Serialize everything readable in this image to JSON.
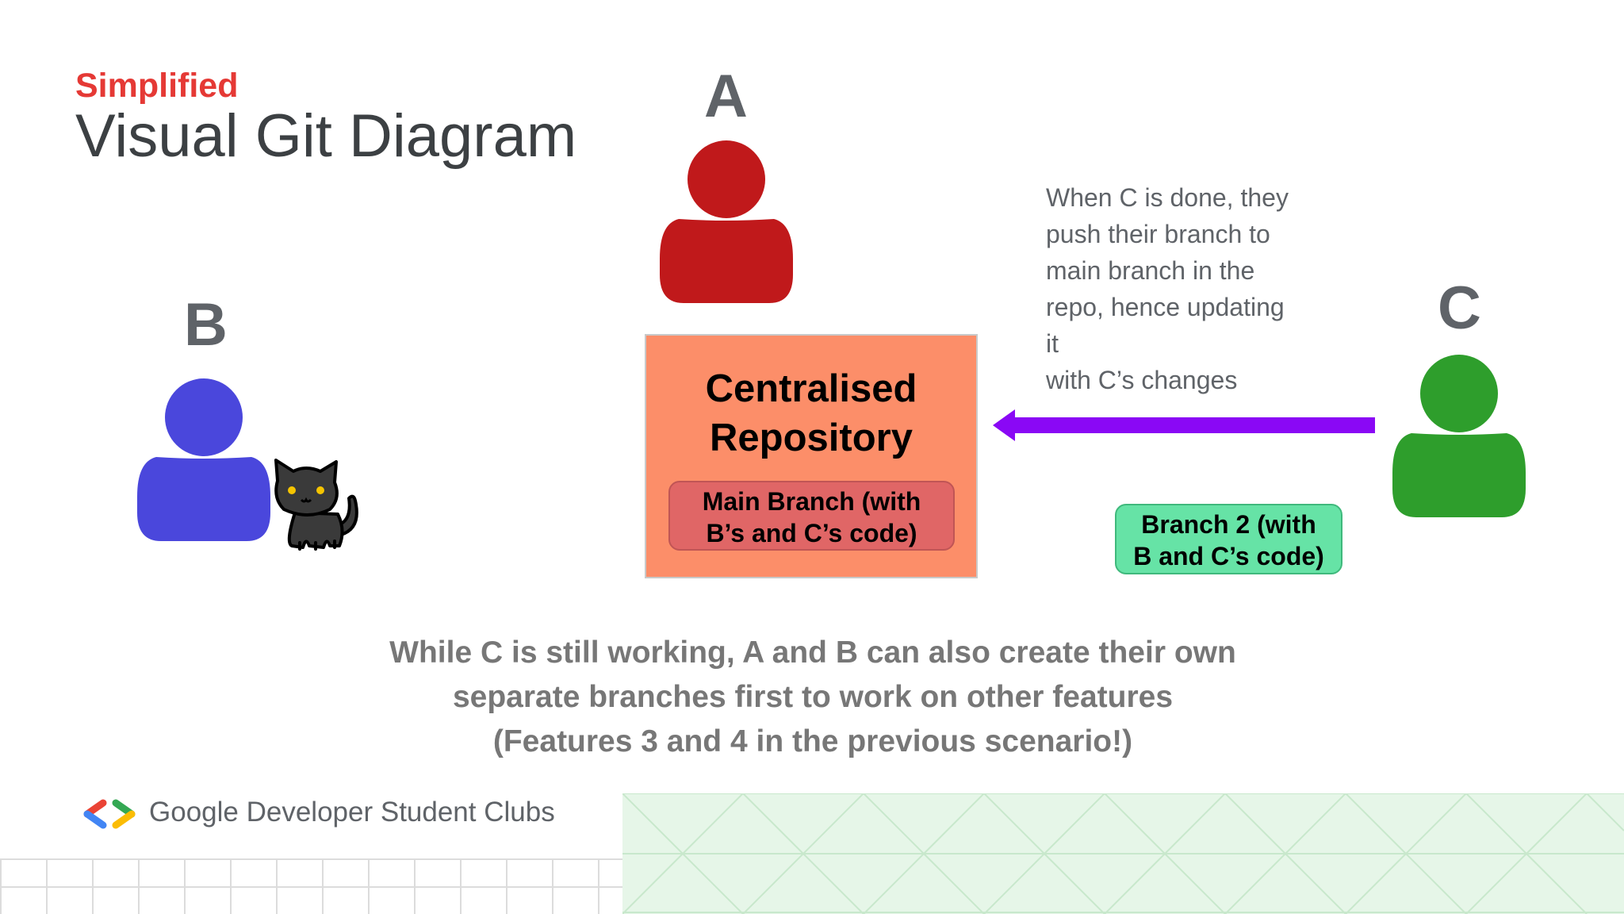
{
  "header": {
    "subtitle": "Simplified",
    "title": "Visual Git Diagram"
  },
  "people": {
    "a": {
      "label": "A",
      "color": "#c0191b"
    },
    "b": {
      "label": "B",
      "color": "#4a47dc"
    },
    "c": {
      "label": "C",
      "color": "#2e9e2c"
    }
  },
  "repository": {
    "title": "Centralised\nRepository",
    "main_branch": "Main Branch (with\nB’s and C’s code)"
  },
  "branch2": {
    "label": "Branch 2 (with\nB and C’s code)"
  },
  "note": {
    "text": "When C is done, they\npush their branch to\nmain branch in the\nrepo, hence updating\nit\nwith C’s changes"
  },
  "arrow": {
    "color": "#8a08f5"
  },
  "caption": {
    "text": "While C is still working, A and B can also create their own\nseparate branches first to work on other features\n(Features 3 and 4 in the previous scenario!)"
  },
  "footer": {
    "brand": "Google Developer Student Clubs"
  },
  "colors": {
    "accent_red": "#e53935",
    "title_gray": "#3c4043",
    "repo_fill": "#fc8e69",
    "main_branch_fill": "#e06666",
    "branch2_fill": "#66e3a6"
  }
}
